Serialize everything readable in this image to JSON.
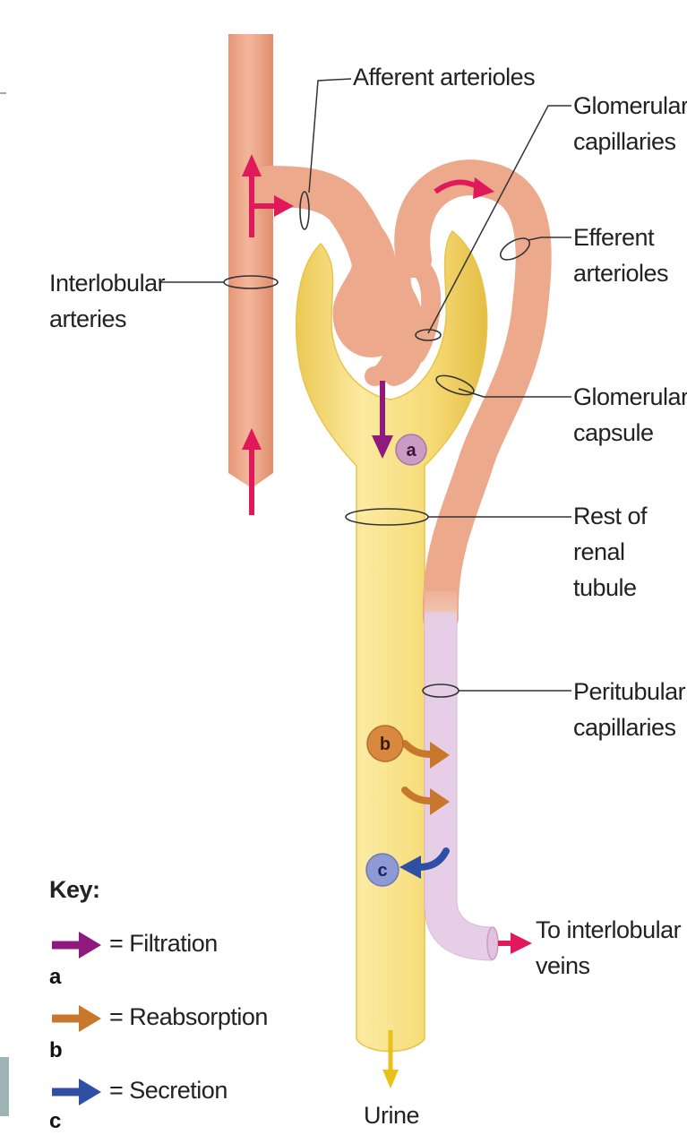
{
  "diagram": {
    "labels": {
      "afferent": "Afferent arterioles",
      "glomerular_capillaries": [
        "Glomerular",
        "capillaries"
      ],
      "efferent": [
        "Efferent",
        "arterioles"
      ],
      "interlobular_arteries": [
        "Interlobular",
        "arteries"
      ],
      "glomerular_capsule": [
        "Glomerular",
        "capsule"
      ],
      "rest_of_tubule": [
        "Rest of",
        "renal",
        "tubule"
      ],
      "peritubular": [
        "Peritubular",
        "capillaries"
      ],
      "to_veins": [
        "To interlobular",
        "veins"
      ],
      "urine": "Urine"
    },
    "markers": {
      "filtration": "a",
      "reabsorption": "b",
      "secretion": "c"
    },
    "key": {
      "title": "Key:",
      "items": [
        {
          "text": "= Filtration",
          "letter": "a",
          "color": "#8e1a7e"
        },
        {
          "text": "= Reabsorption",
          "letter": "b",
          "color": "#c8782c"
        },
        {
          "text": "= Secretion",
          "letter": "c",
          "color": "#2e4fa3"
        }
      ]
    },
    "colors": {
      "artery": "#eda98b",
      "capsule": "#f6dd7c",
      "peritubular": "#e9cde4",
      "filtration": "#8e1a7e",
      "reabsorption": "#c8782c",
      "secretion": "#2e4fa3",
      "flow": "#e0195a",
      "urine": "#e8c21a",
      "circle_a": "#c99bc5",
      "circle_b": "#d9883f",
      "circle_c": "#8e9ad4"
    }
  }
}
